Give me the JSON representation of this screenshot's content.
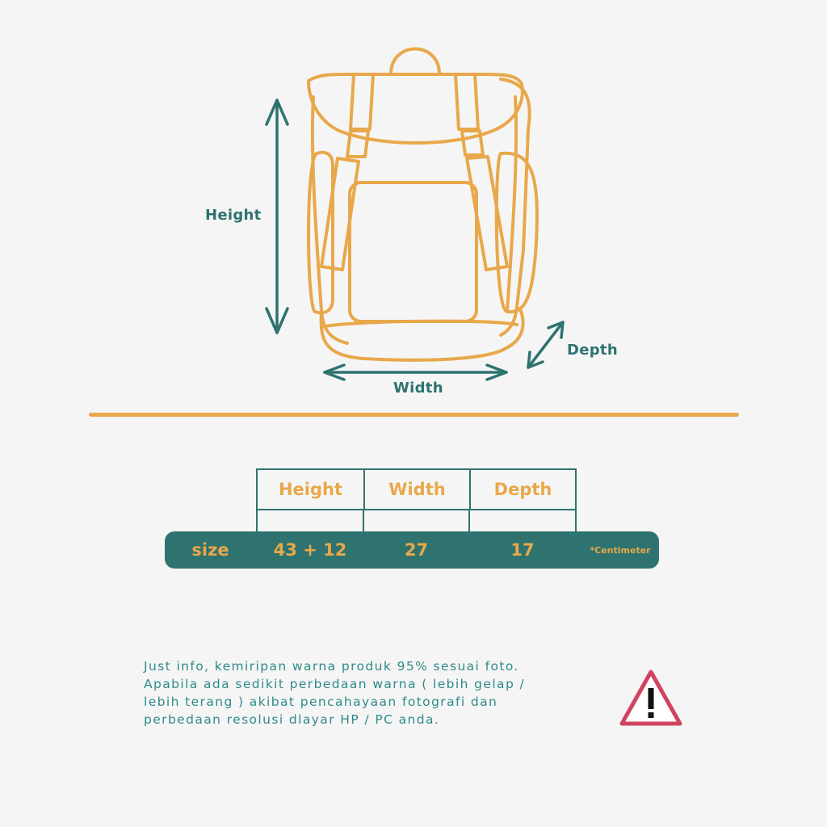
{
  "diagram": {
    "height_label": "Height",
    "width_label": "Width",
    "depth_label": "Depth"
  },
  "table": {
    "headers": [
      "Height",
      "Width",
      "Depth"
    ],
    "row_label": "size",
    "values": [
      "43 + 12",
      "27",
      "17"
    ],
    "unit_note": "*Centimeter"
  },
  "info_lines": [
    "Just info, kemiripan warna produk 95% sesuai foto.",
    "Apabila ada sedikit perbedaan warna ( lebih gelap /",
    "lebih terang ) akibat pencahayaan fotografi dan",
    "perbedaan resolusi dlayar HP / PC anda."
  ],
  "colors": {
    "teal": "#2e7370",
    "orange": "#e8a84a",
    "warning": "#d0445f",
    "background": "#f5f5f5"
  },
  "icons": [
    "backpack-icon",
    "arrow-vertical-icon",
    "arrow-horizontal-icon",
    "arrow-diagonal-icon",
    "warning-icon"
  ]
}
